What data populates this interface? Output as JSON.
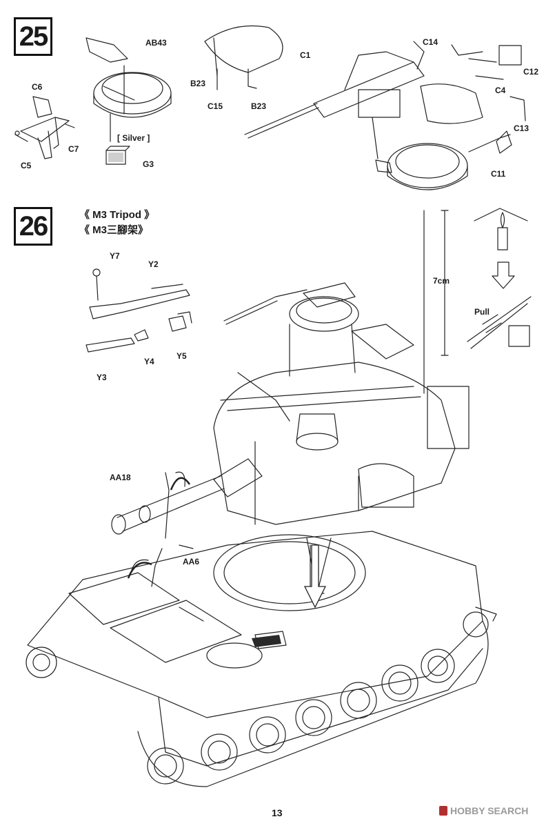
{
  "steps": [
    {
      "number": "25"
    },
    {
      "number": "26"
    }
  ],
  "step26_title_en": "《  M3  Tripod  》",
  "step26_title_cn": "《  M3三腳架》",
  "labels": {
    "ab43": "AB43",
    "c6": "C6",
    "c5": "C5",
    "c7": "C7",
    "silver": "[  Silver  ]",
    "g3": "G3",
    "c1": "C1",
    "b23a": "B23",
    "b23b": "B23",
    "c15": "C15",
    "c14": "C14",
    "c12": "C12",
    "c4": "C4",
    "c13": "C13",
    "c11": "C11",
    "y7": "Y7",
    "y2": "Y2",
    "y4": "Y4",
    "y5": "Y5",
    "y3": "Y3",
    "seven_cm": "7cm",
    "pull": "Pull",
    "aa18": "AA18",
    "aa6": "AA6"
  },
  "page_number": "13",
  "watermark": "HOBBY SEARCH"
}
